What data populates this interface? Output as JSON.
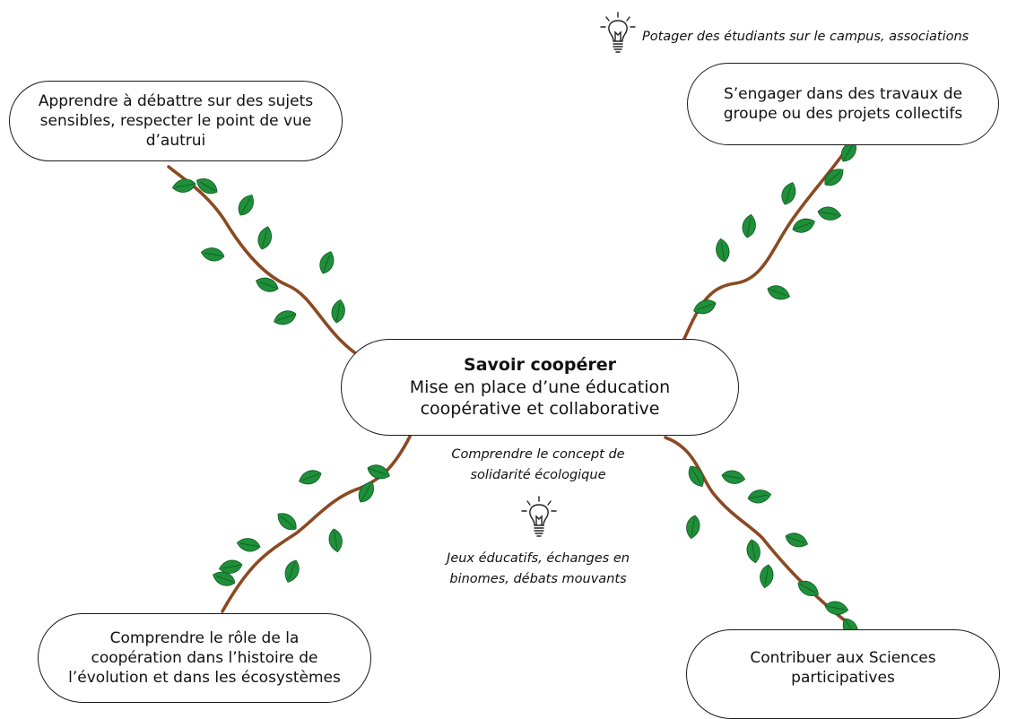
{
  "center": {
    "title": "Savoir coopérer",
    "lines": [
      "Mise en place d’une éducation",
      "coopérative et collaborative"
    ]
  },
  "nodes": {
    "top_left": [
      "Apprendre à débattre sur des sujets",
      "sensibles, respecter le point de vue",
      "d’autrui"
    ],
    "top_right": [
      "S’engager dans des travaux de",
      "groupe ou des projets collectifs"
    ],
    "bottom_left": [
      "Comprendre le rôle de la",
      "coopération dans l’histoire de",
      "l’évolution et dans les écosystèmes"
    ],
    "bottom_right": [
      "Contribuer aux Sciences",
      "participatives"
    ]
  },
  "notes": {
    "top_right_idea": "Potager des étudiants sur le campus, associations",
    "center_concept": [
      "Comprendre le concept de",
      "solidarité écologique"
    ],
    "center_idea": [
      "Jeux éducatifs, échanges en",
      "binomes, débats mouvants"
    ]
  },
  "colors": {
    "branch": "#8a4a22",
    "leaf": "#1f8f3a",
    "leaf_vein": "#0f5a22",
    "outline": "#1a1a1a"
  },
  "icons": [
    "lightbulb-icon",
    "lightbulb-icon"
  ]
}
